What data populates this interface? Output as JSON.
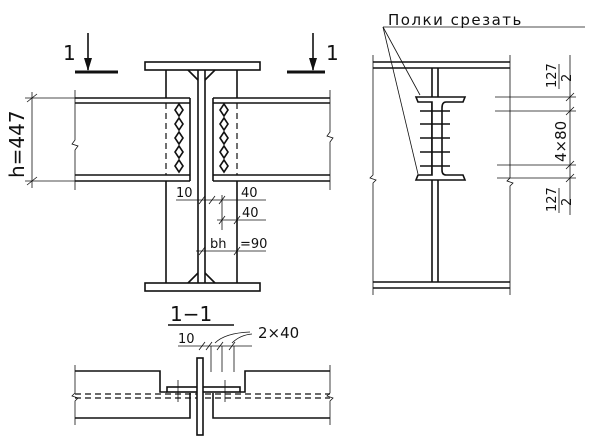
{
  "main_view": {
    "section_mark_left": "1",
    "section_mark_right": "1",
    "beam_height_label": "h=447",
    "dim_gap": "10",
    "dim_bolt_edge_1": "40",
    "dim_bolt_edge_2": "40",
    "dim_width_symbol": "bh",
    "dim_width_value": "=90"
  },
  "section_view": {
    "title": "1−1",
    "dim_gap": "10",
    "dim_bolts": "2×40"
  },
  "side_view": {
    "note": "Полки срезать",
    "dim_top": {
      "num": "127",
      "den": "2"
    },
    "dim_bolts": "4×80",
    "dim_bottom": {
      "num": "127",
      "den": "2"
    }
  }
}
